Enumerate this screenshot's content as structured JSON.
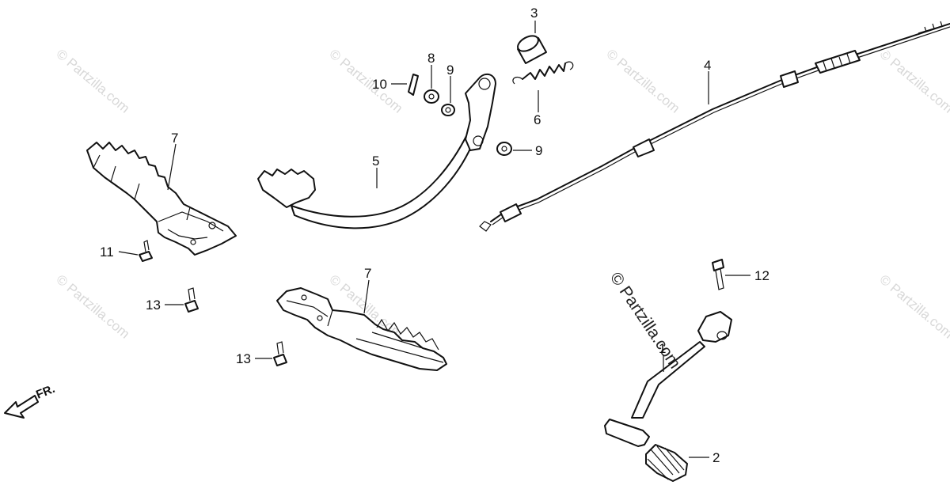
{
  "watermark": {
    "text": "© Partzilla.com",
    "main_text": "© Partzilla.com"
  },
  "direction": {
    "label": "FR."
  },
  "callouts": [
    {
      "id": "c1",
      "text": "1"
    },
    {
      "id": "c2",
      "text": "2"
    },
    {
      "id": "c3",
      "text": "3"
    },
    {
      "id": "c4",
      "text": "4"
    },
    {
      "id": "c5",
      "text": "5"
    },
    {
      "id": "c6",
      "text": "6"
    },
    {
      "id": "c7a",
      "text": "7"
    },
    {
      "id": "c7b",
      "text": "7"
    },
    {
      "id": "c8",
      "text": "8"
    },
    {
      "id": "c9a",
      "text": "9"
    },
    {
      "id": "c9b",
      "text": "9"
    },
    {
      "id": "c10",
      "text": "10"
    },
    {
      "id": "c11",
      "text": "11"
    },
    {
      "id": "c12",
      "text": "12"
    },
    {
      "id": "c13a",
      "text": "13"
    },
    {
      "id": "c13b",
      "text": "13"
    }
  ]
}
